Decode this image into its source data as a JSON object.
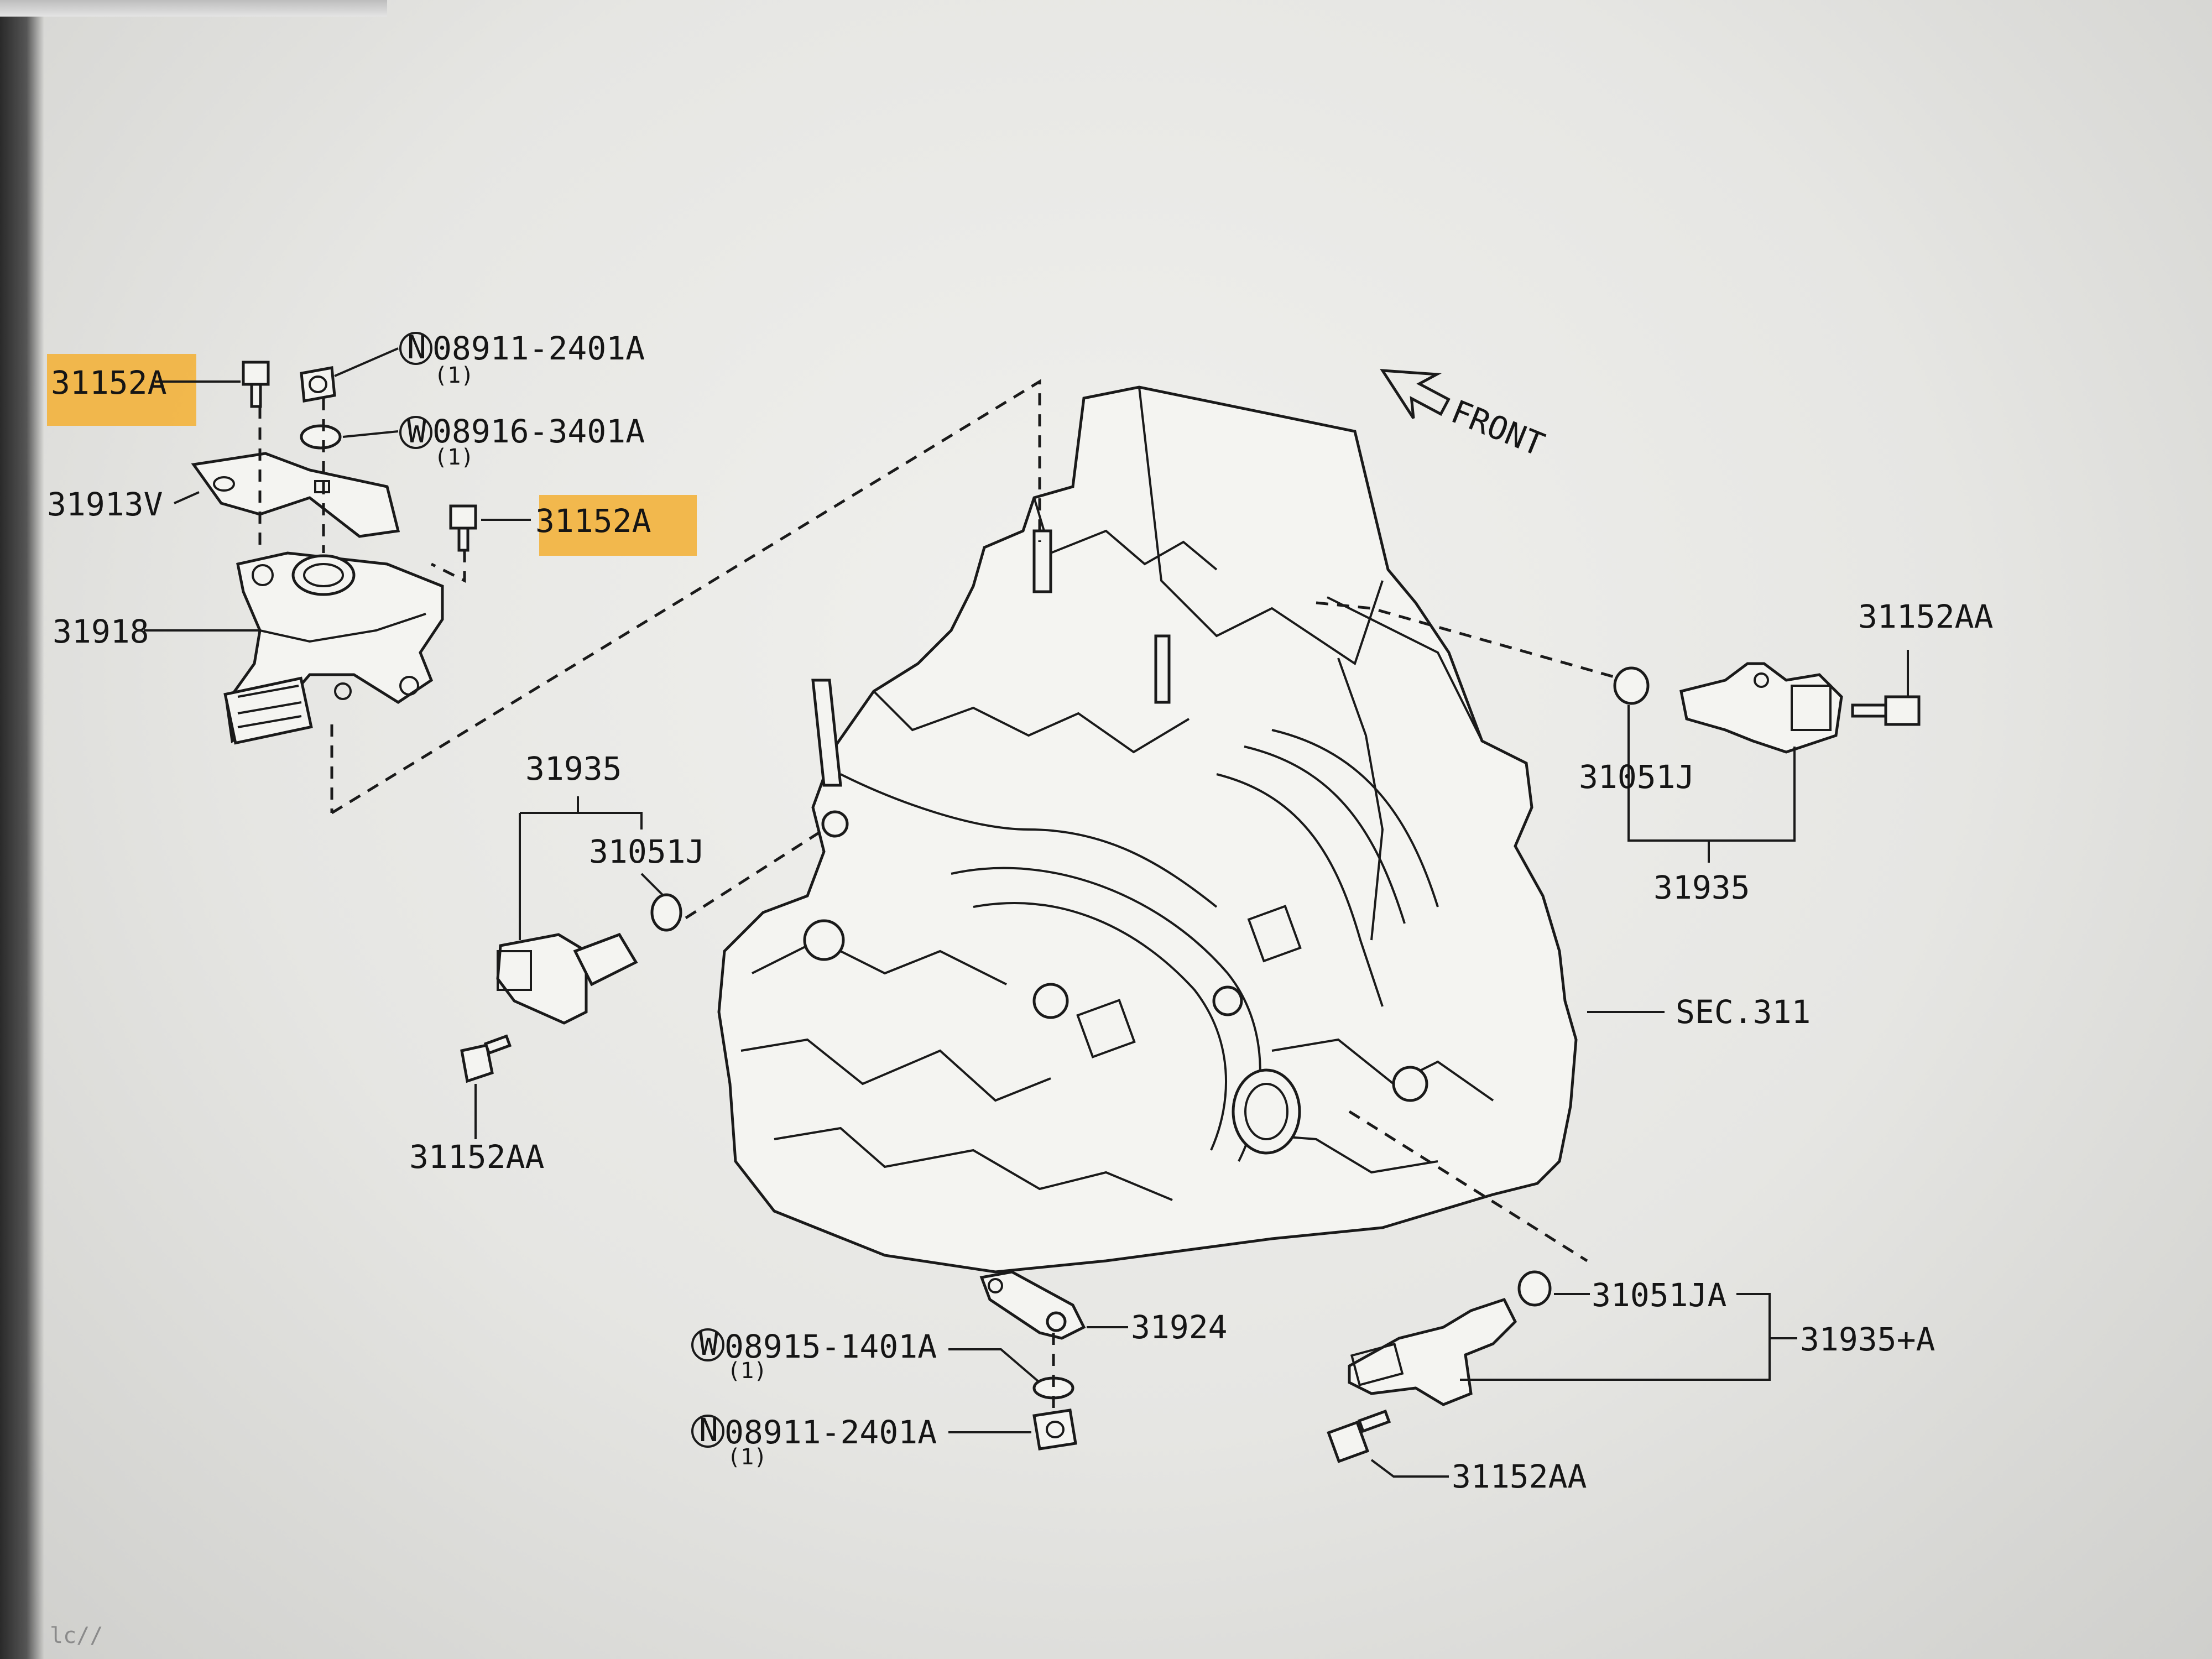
{
  "diagram": {
    "front_label": "FRONT",
    "labels": {
      "l_31152A_1": "31152A",
      "l_08911_top": "08911-2401A",
      "l_08911_top_prefix": "N",
      "l_08911_top_qty": "(1)",
      "l_08916": "08916-3401A",
      "l_08916_prefix": "W",
      "l_08916_qty": "(1)",
      "l_31913V": "31913V",
      "l_31152A_2": "31152A",
      "l_31918": "31918",
      "l_31935_left": "31935",
      "l_31051J_left": "31051J",
      "l_31152AA_left": "31152AA",
      "l_31152AA_right": "31152AA",
      "l_31051J_right": "31051J",
      "l_31935_right": "31935",
      "l_sec311": "SEC.311",
      "l_31924": "31924",
      "l_08915": "08915-1401A",
      "l_08915_prefix": "W",
      "l_08915_qty": "(1)",
      "l_08911_bottom": "08911-2401A",
      "l_08911_bottom_prefix": "N",
      "l_08911_bottom_qty": "(1)",
      "l_31051JA": "31051JA",
      "l_31935A": "31935+A",
      "l_31152AA_bottom": "31152AA"
    },
    "highlight_color": "#f3b23c"
  },
  "screen": {
    "corner_text": "lc//"
  }
}
